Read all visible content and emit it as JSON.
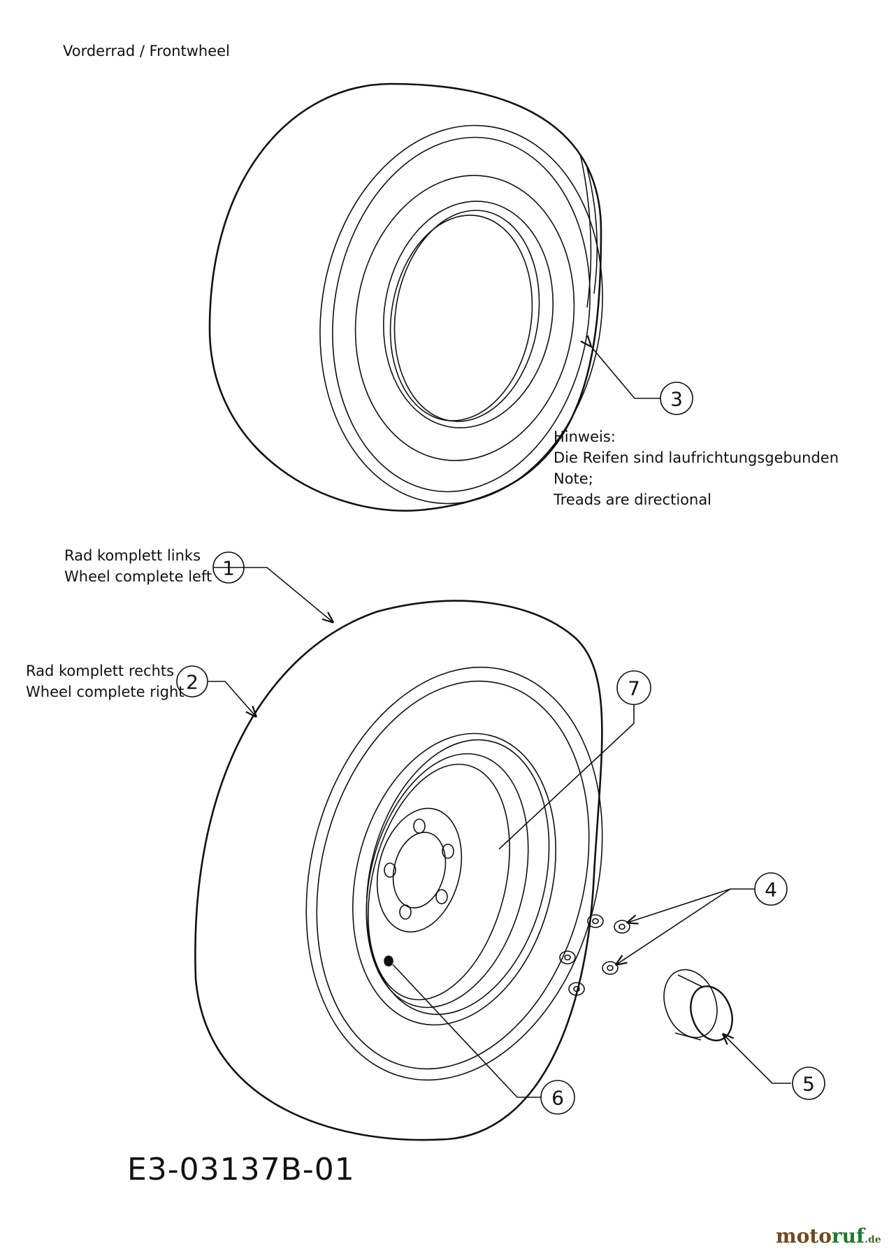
{
  "title": "Vorderrad / Frontwheel",
  "note": {
    "l1": "Hinweis:",
    "l2": "Die Reifen sind laufrichtungsgebunden",
    "l3": "Note;",
    "l4": "Treads are directional"
  },
  "labels": {
    "left_de": "Rad komplett links",
    "left_en": "Wheel complete left",
    "right_de": "Rad komplett rechts",
    "right_en": "Wheel complete right"
  },
  "callouts": [
    "1",
    "2",
    "3",
    "4",
    "5",
    "6",
    "7"
  ],
  "drawing_code": "E3-03137B-01",
  "watermark": {
    "brand_a": "moto",
    "brand_b": "ruf",
    "suffix": ".de"
  }
}
